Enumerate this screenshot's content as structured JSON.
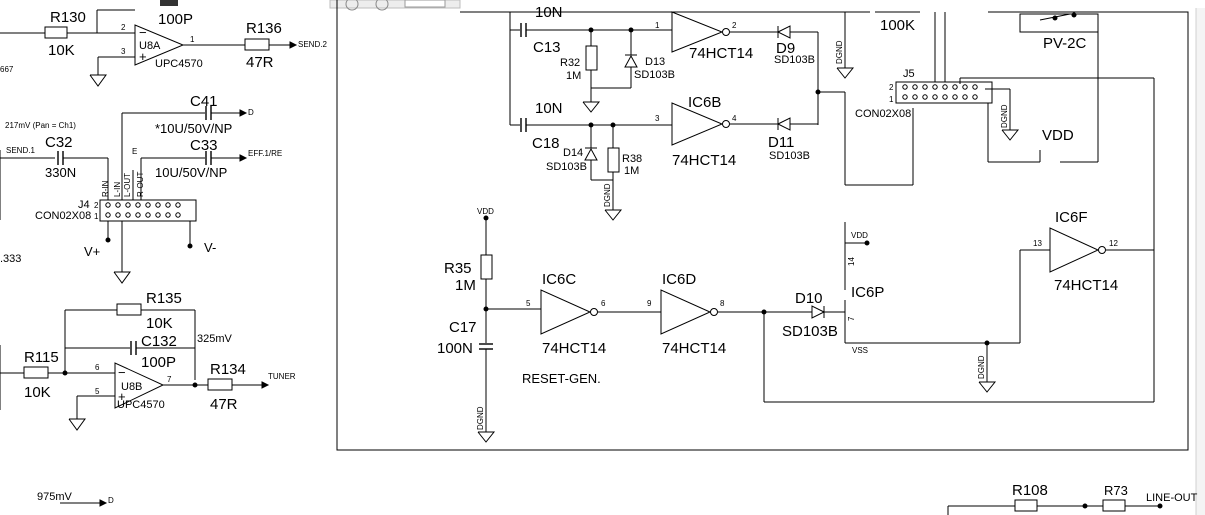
{
  "viewer": {
    "toolbar_icon": "zoom-box-icon"
  },
  "colors": {
    "ink": "#000000",
    "paper": "#ffffff",
    "toolbar": "#ededed"
  },
  "left": {
    "r130": {
      "ref": "R130",
      "value": "10K"
    },
    "c_top": {
      "value": "100P"
    },
    "u8a": {
      "ref": "U8A",
      "part": "UPC4570",
      "pin_minus": "2",
      "pin_plus": "3",
      "pin_out": "1"
    },
    "r136": {
      "ref": "R136",
      "value": "47R"
    },
    "send2": "SEND.2",
    "frag_667": "667",
    "c41": {
      "ref": "C41",
      "value": "*10U/50V/NP",
      "net": "D"
    },
    "pan_note": "217mV (Pan = Ch1)",
    "send1": "SEND.1",
    "c32": {
      "ref": "C32",
      "value": "330N"
    },
    "c33": {
      "ref": "C33",
      "value": "10U/50V/NP"
    },
    "eff": "EFF.1/RE",
    "j4": {
      "ref": "J4",
      "part": "CON02X08",
      "pin2": "2",
      "pin1": "1",
      "pins": [
        "R-IN",
        "L-IN",
        "L-OUT",
        "R-OUT"
      ],
      "net_e": "E"
    },
    "vplus": "V+",
    "vminus": "V-",
    "frag_333": ".333",
    "r135": {
      "ref": "R135",
      "value": "10K"
    },
    "mv325": "325mV",
    "c132": {
      "ref": "C132",
      "value": "100P"
    },
    "r115": {
      "ref": "R115",
      "value": "10K"
    },
    "u8b": {
      "ref": "U8B",
      "part": "UPC4570",
      "pin_minus": "6",
      "pin_plus": "5",
      "pin_out": "7"
    },
    "r134": {
      "ref": "R134",
      "value": "47R"
    },
    "tuner": "TUNER",
    "mv975": "975mV",
    "net_d": "D"
  },
  "center": {
    "c13": {
      "ref": "C13",
      "value": "10N"
    },
    "r32": {
      "ref": "R32",
      "value": "1M"
    },
    "d13": {
      "ref": "D13",
      "part": "SD103B"
    },
    "ic6a": {
      "part": "74HCT14",
      "pin_in": "1",
      "pin_out": "2"
    },
    "d9": {
      "ref": "D9",
      "part": "SD103B"
    },
    "dgnd": "DGND",
    "c18": {
      "ref": "C18",
      "value": "10N"
    },
    "d14": {
      "ref": "D14",
      "part": "SD103B"
    },
    "r38": {
      "ref": "R38",
      "value": "1M"
    },
    "ic6b": {
      "ref": "IC6B",
      "part": "74HCT14",
      "pin_in": "3",
      "pin_out": "4"
    },
    "d11": {
      "ref": "D11",
      "part": "SD103B"
    },
    "vdd": "VDD",
    "r35": {
      "ref": "R35",
      "value": "1M"
    },
    "c17": {
      "ref": "C17",
      "value": "100N"
    },
    "ic6c": {
      "ref": "IC6C",
      "part": "74HCT14",
      "pin_in": "5",
      "pin_out": "6"
    },
    "ic6d": {
      "ref": "IC6D",
      "part": "74HCT14",
      "pin_in": "9",
      "pin_out": "8"
    },
    "reset": "RESET-GEN.",
    "d10": {
      "ref": "D10",
      "part": "SD103B"
    },
    "ic6p": {
      "ref": "IC6P",
      "pin_vdd": "14",
      "pin_vss": "7",
      "vss": "VSS"
    },
    "ic6f": {
      "ref": "IC6F",
      "part": "74HCT14",
      "pin_in": "13",
      "pin_out": "12"
    }
  },
  "right": {
    "k100": "100K",
    "pv2c": "PV-2C",
    "j5": {
      "ref": "J5",
      "part": "CON02X08",
      "pin2": "2",
      "pin1": "1"
    },
    "vdd": "VDD",
    "r108": "R108",
    "r73": "R73",
    "lineout": "LINE-OUT"
  }
}
